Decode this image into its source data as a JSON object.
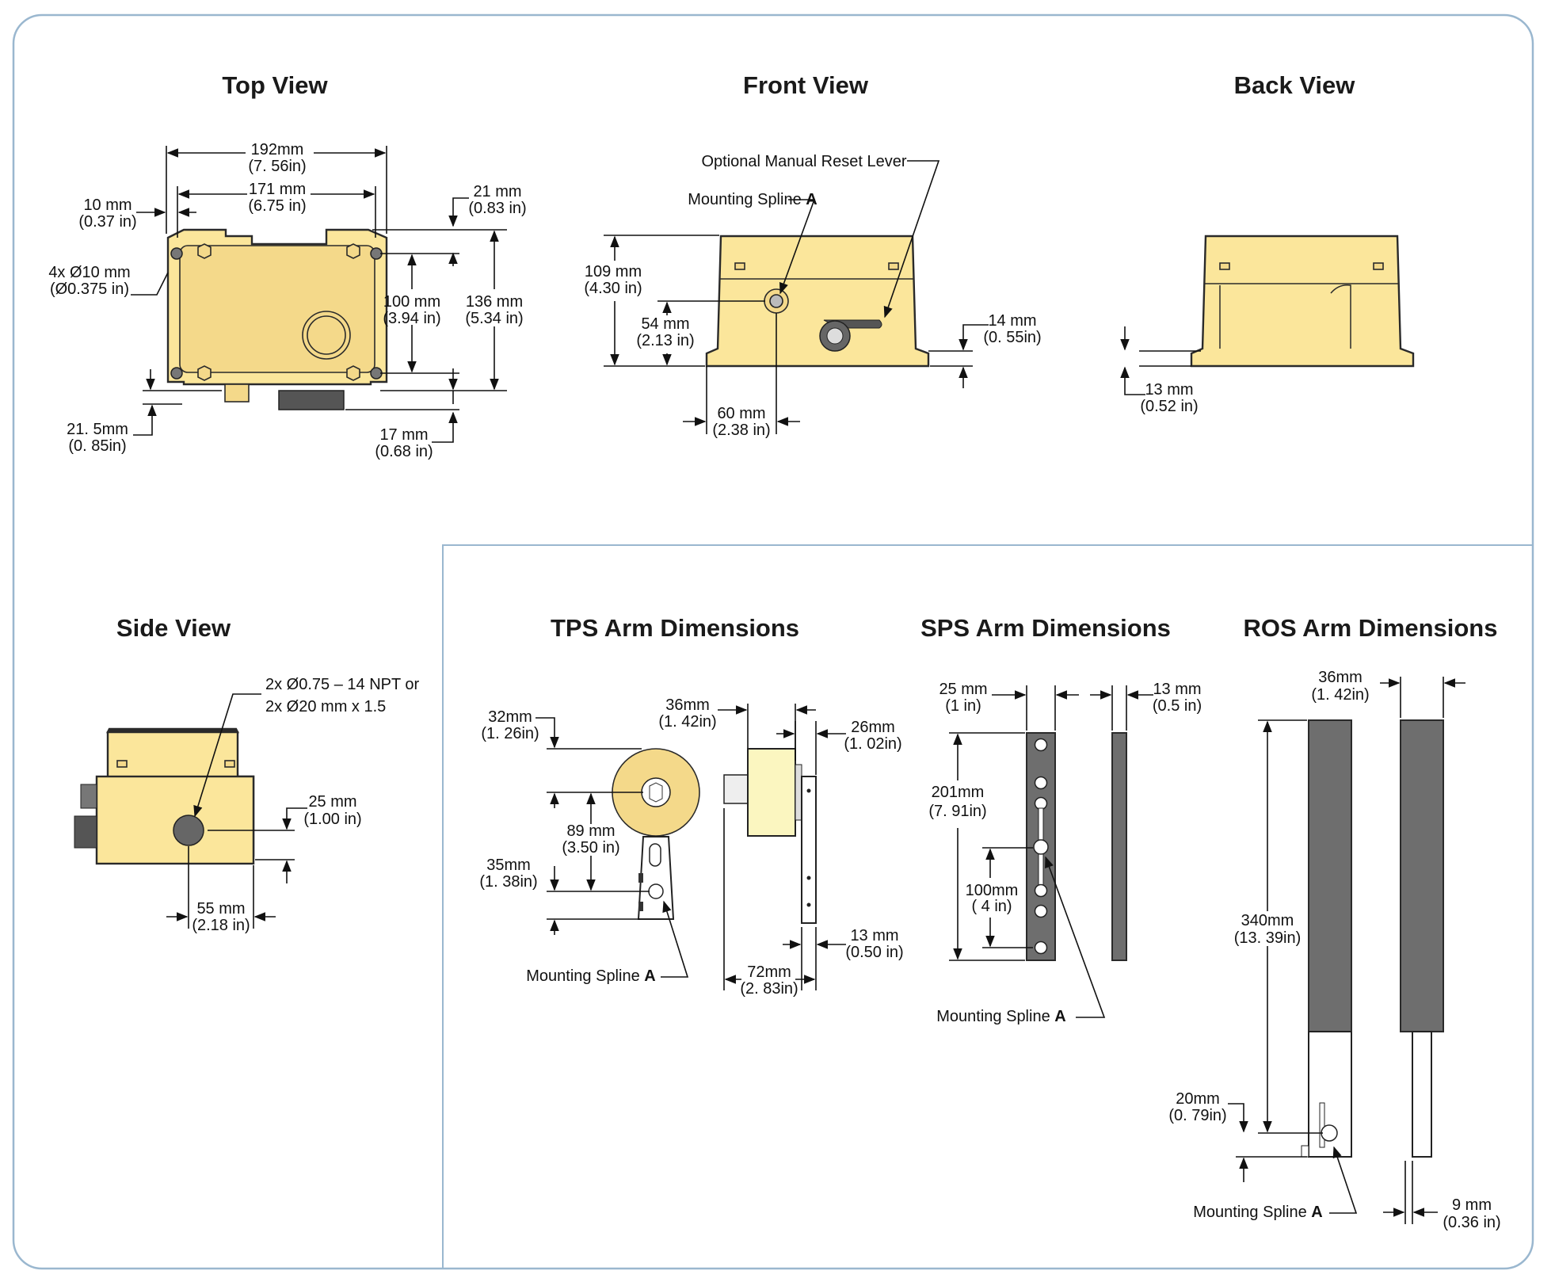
{
  "colors": {
    "frame": "#9ab7cf",
    "housing": "#fbe69b",
    "arm": "#6e6e6e",
    "outline": "#2a2a2a"
  },
  "views": {
    "top": {
      "title": "Top View",
      "d192": "192mm",
      "d192in": "(7. 56in)",
      "d171": "171 mm",
      "d171in": "(6.75 in)",
      "d10": "10 mm",
      "d10in": "(0.37 in)",
      "d21": "21 mm",
      "d21in": "(0.83 in)",
      "holes": "4x Ø10 mm",
      "holesin": "(Ø0.375 in)",
      "d100": "100 mm",
      "d100in": "(3.94 in)",
      "d136": "136 mm",
      "d136in": "(5.34 in)",
      "d21_5": "21. 5mm",
      "d21_5in": "(0. 85in)",
      "d17": "17 mm",
      "d17in": "(0.68 in)"
    },
    "front": {
      "title": "Front View",
      "lever": "Optional Manual Reset Lever",
      "spline": "Mounting Spline",
      "splineA": "A",
      "d109": "109 mm",
      "d109in": "(4.30 in)",
      "d54": "54 mm",
      "d54in": "(2.13 in)",
      "d14": "14 mm",
      "d14in": "(0. 55in)",
      "d60": "60 mm",
      "d60in": "(2.38 in)"
    },
    "back": {
      "title": "Back View",
      "d13": "13 mm",
      "d13in": "(0.52 in)"
    },
    "side": {
      "title": "Side View",
      "port1": "2x Ø0.75 – 14 NPT  or",
      "port2": "2x Ø20 mm x 1.5",
      "d25": "25 mm",
      "d25in": "(1.00 in)",
      "d55": "55 mm",
      "d55in": "(2.18 in)"
    },
    "tps": {
      "title": "TPS Arm Dimensions",
      "d32": "32mm",
      "d32in": "(1. 26in)",
      "d36": "36mm",
      "d36in": "(1. 42in)",
      "d26": "26mm",
      "d26in": "(1. 02in)",
      "d89": "89 mm",
      "d89in": "(3.50 in)",
      "d35": "35mm",
      "d35in": "(1. 38in)",
      "d13": "13 mm",
      "d13in": "(0.50 in)",
      "d72": "72mm",
      "d72in": "(2. 83in)",
      "spline": "Mounting Spline",
      "splineA": "A"
    },
    "sps": {
      "title": "SPS Arm Dimensions",
      "d25": "25 mm",
      "d25in": "(1 in)",
      "d13": "13 mm",
      "d13in": "(0.5 in)",
      "d201": "201mm",
      "d201in": "(7. 91in)",
      "d100": "100mm",
      "d100in": "( 4 in)",
      "spline": "Mounting Spline",
      "splineA": "A"
    },
    "ros": {
      "title": "ROS Arm Dimensions",
      "d36": "36mm",
      "d36in": "(1. 42in)",
      "d340": "340mm",
      "d340in": "(13. 39in)",
      "d20": "20mm",
      "d20in": "(0. 79in)",
      "d9": "9 mm",
      "d9in": "(0.36 in)",
      "spline": "Mounting Spline",
      "splineA": "A"
    }
  }
}
